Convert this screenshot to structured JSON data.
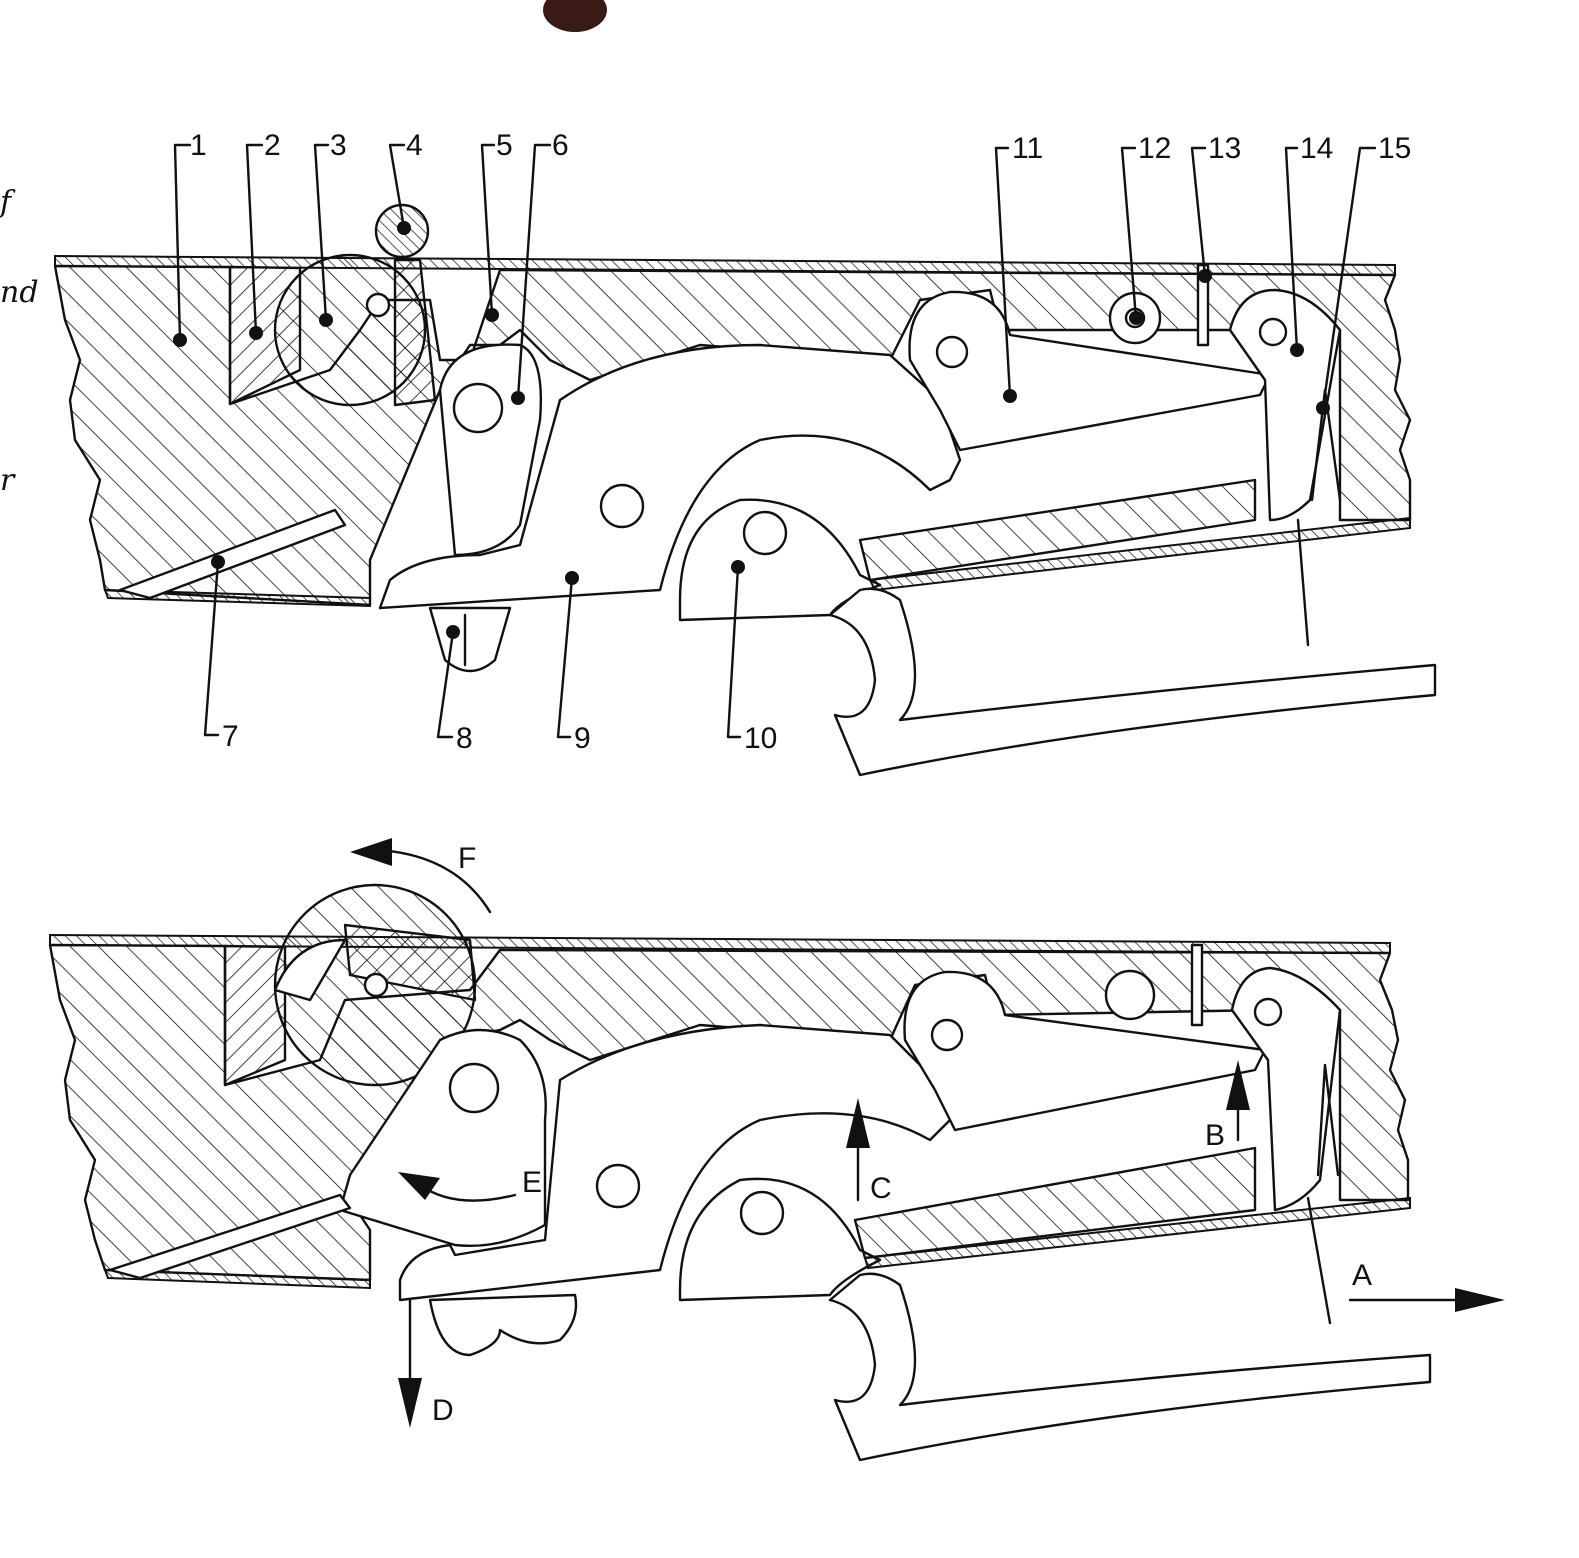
{
  "margin_fragments": [
    "f",
    "nd",
    "r"
  ],
  "top_diagram": {
    "labels_top": [
      "1",
      "2",
      "3",
      "4",
      "5",
      "6",
      "11",
      "12",
      "13",
      "14",
      "15"
    ],
    "labels_bottom": [
      "7",
      "8",
      "9",
      "10"
    ]
  },
  "bottom_diagram": {
    "arrows": [
      "A",
      "B",
      "C",
      "D",
      "E",
      "F"
    ]
  }
}
